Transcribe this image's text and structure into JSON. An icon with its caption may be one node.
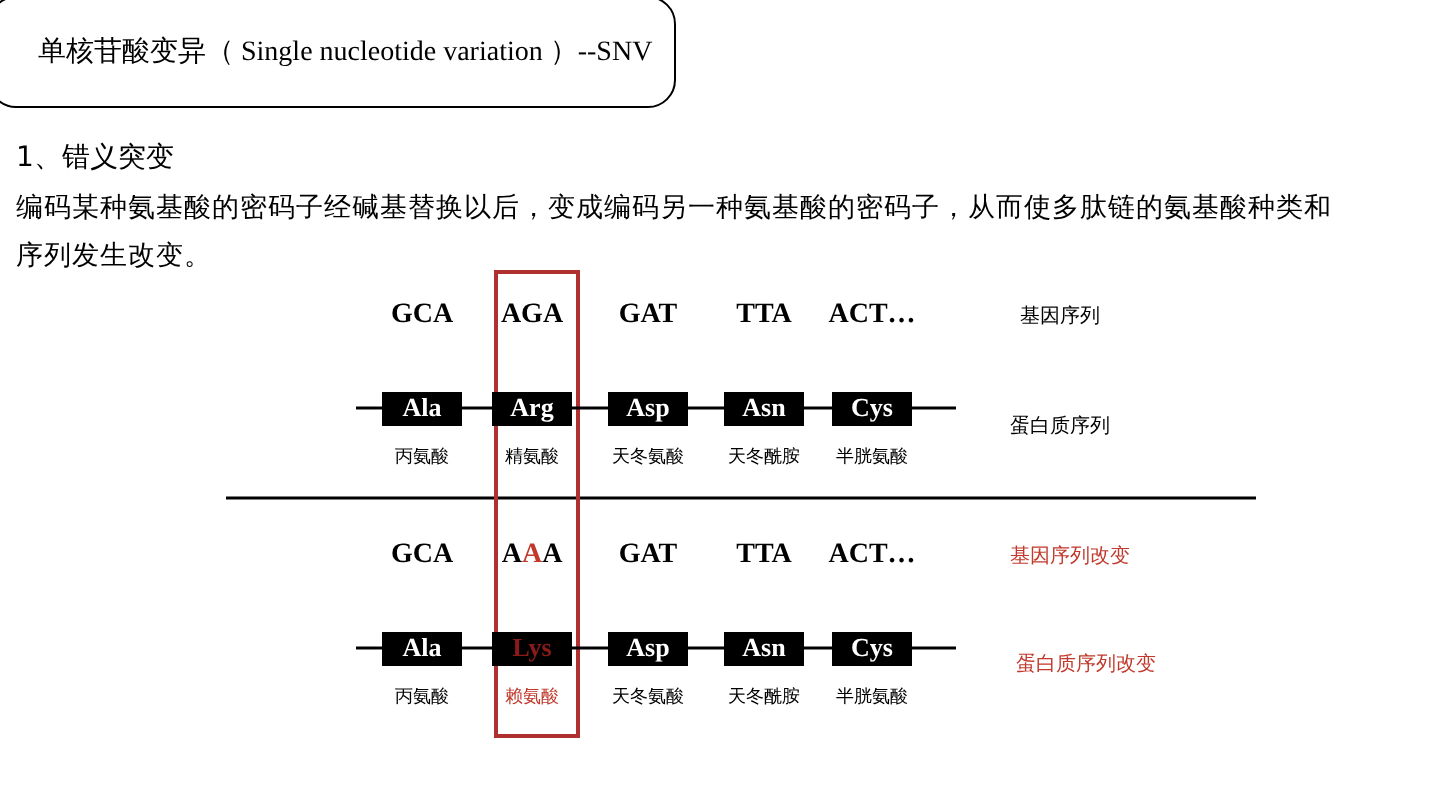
{
  "diagram": {
    "nodes": [
      {
        "text": [
          "单核苷酸变异（ Single nucleotide variation ）--SNV"
        ]
      },
      {
        "text": [
          "Ala"
        ],
        "beside": [
          "丙氨酸"
        ]
      },
      {
        "text": [
          "Arg"
        ],
        "beside": [
          "精氨酸"
        ]
      },
      {
        "text": [
          "Asp"
        ],
        "beside": [
          "天冬氨酸"
        ]
      },
      {
        "text": [
          "Asn"
        ],
        "beside": [
          "天冬酰胺"
        ]
      },
      {
        "text": [
          "Cys"
        ],
        "beside": [
          "半胱氨酸"
        ]
      },
      {
        "text": [
          "Ala"
        ],
        "beside": [
          "丙氨酸"
        ]
      },
      {
        "text": [
          "Lys"
        ],
        "beside": [
          "赖氨酸"
        ]
      },
      {
        "text": [
          "Asp"
        ],
        "beside": [
          "天冬氨酸"
        ]
      },
      {
        "text": [
          "Asn"
        ],
        "beside": [
          "天冬酰胺"
        ]
      },
      {
        "text": [
          "Cys"
        ],
        "beside": [
          "半胱氨酸"
        ]
      }
    ],
    "edges": [
      {
        "from": 1,
        "to": 2,
        "arrow": "none"
      },
      {
        "from": 2,
        "to": 3,
        "arrow": "none"
      },
      {
        "from": 3,
        "to": 4,
        "arrow": "none"
      },
      {
        "from": 4,
        "to": 5,
        "arrow": "none"
      },
      {
        "from": 6,
        "to": 7,
        "arrow": "none"
      },
      {
        "from": 7,
        "to": 8,
        "arrow": "none"
      },
      {
        "from": 8,
        "to": 9,
        "arrow": "none"
      },
      {
        "from": 9,
        "to": 10,
        "arrow": "none"
      }
    ],
    "labels": [
      "1、错义突变",
      "编码某种氨基酸的密码子经碱基替换以后，变成编码另一种氨基酸的密码子，从而使多肽链的氨基酸种类和序列发生改变。",
      "GCA",
      "AGA",
      "GAT",
      "TTA",
      "ACT…",
      "基因序列",
      "蛋白质序列",
      "GCA",
      "AAA",
      "GAT",
      "TTA",
      "ACT…",
      "基因序列改变",
      "蛋白质序列改变"
    ]
  }
}
